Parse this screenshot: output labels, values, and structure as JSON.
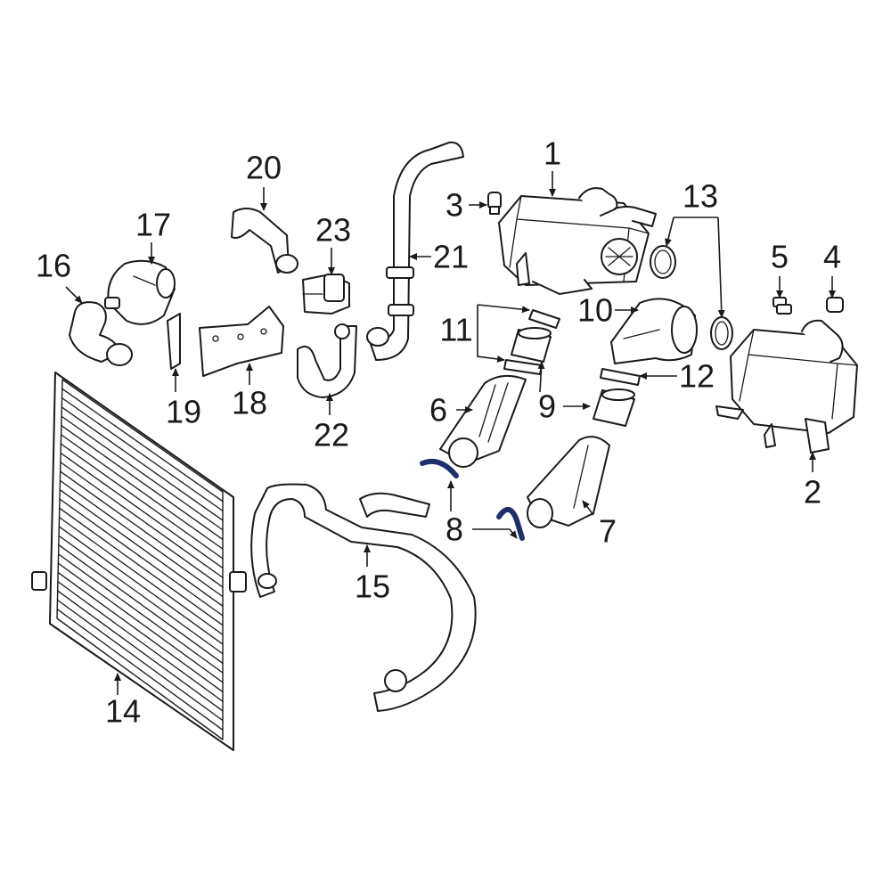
{
  "callouts": [
    {
      "id": "1",
      "label": "1"
    },
    {
      "id": "2",
      "label": "2"
    },
    {
      "id": "3",
      "label": "3"
    },
    {
      "id": "4",
      "label": "4"
    },
    {
      "id": "5",
      "label": "5"
    },
    {
      "id": "6",
      "label": "6"
    },
    {
      "id": "7",
      "label": "7"
    },
    {
      "id": "8",
      "label": "8"
    },
    {
      "id": "9",
      "label": "9"
    },
    {
      "id": "10",
      "label": "10"
    },
    {
      "id": "11",
      "label": "11"
    },
    {
      "id": "12",
      "label": "12"
    },
    {
      "id": "13",
      "label": "13"
    },
    {
      "id": "14",
      "label": "14"
    },
    {
      "id": "15",
      "label": "15"
    },
    {
      "id": "16",
      "label": "16"
    },
    {
      "id": "17",
      "label": "17"
    },
    {
      "id": "18",
      "label": "18"
    },
    {
      "id": "19",
      "label": "19"
    },
    {
      "id": "20",
      "label": "20"
    },
    {
      "id": "21",
      "label": "21"
    },
    {
      "id": "22",
      "label": "22"
    },
    {
      "id": "23",
      "label": "23"
    }
  ],
  "colors": {
    "line": "#1a1a1a",
    "highlight": "#1f2f6b",
    "background": "#ffffff"
  }
}
